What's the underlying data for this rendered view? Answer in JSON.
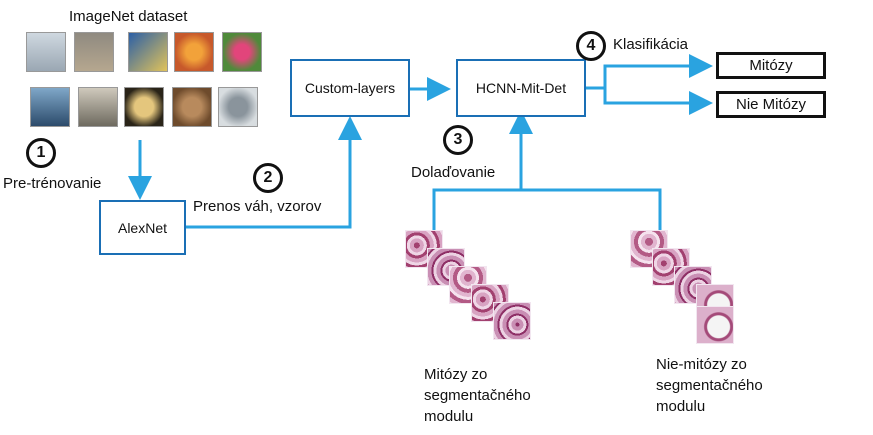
{
  "dataset_title": "ImageNet  dataset",
  "steps": {
    "step1": {
      "number": "1",
      "label": "Pre-trénovanie"
    },
    "step2": {
      "number": "2",
      "label": "Prenos váh, vzorov"
    },
    "step3": {
      "number": "3",
      "label": "Dolaďovanie"
    },
    "step4": {
      "number": "4",
      "label": "Klasifikácia"
    }
  },
  "nodes": {
    "alexnet": "AlexNet",
    "custom_layers": "Custom-layers",
    "hcnn": "HCNN-Mit-Det"
  },
  "outputs": {
    "mitozy": "Mitózy",
    "nie_mitozy": "Nie Mitózy"
  },
  "patch_groups": {
    "mitoses": [
      "Mitózy zo",
      "segmentačného",
      "modulu"
    ],
    "non_mitoses": [
      "Nie-mitózy zo",
      "segmentačného",
      "modulu"
    ]
  },
  "colors": {
    "arrow": "#2aa3e0",
    "node_border": "#1a6fb5",
    "output_border": "#111111"
  }
}
